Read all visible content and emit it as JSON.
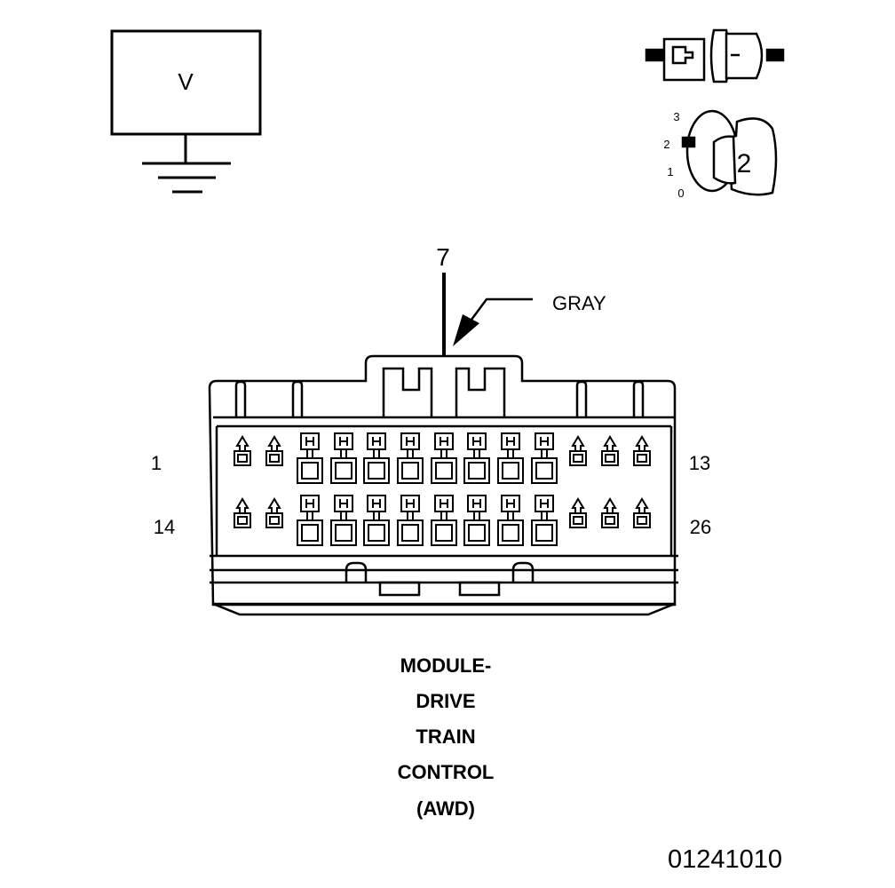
{
  "meter": {
    "symbol": "V"
  },
  "ignition": {
    "positions": [
      "3",
      "2",
      "1",
      "0"
    ],
    "selected": "2"
  },
  "pin_callout": {
    "number": "7"
  },
  "wire": {
    "color_label": "GRAY"
  },
  "connector": {
    "row1_start": "1",
    "row1_end": "13",
    "row2_start": "14",
    "row2_end": "26"
  },
  "component": {
    "lines": [
      "MODULE-",
      "DRIVE",
      "TRAIN",
      "CONTROL",
      "(AWD)"
    ]
  },
  "diagram_id": "01241010"
}
